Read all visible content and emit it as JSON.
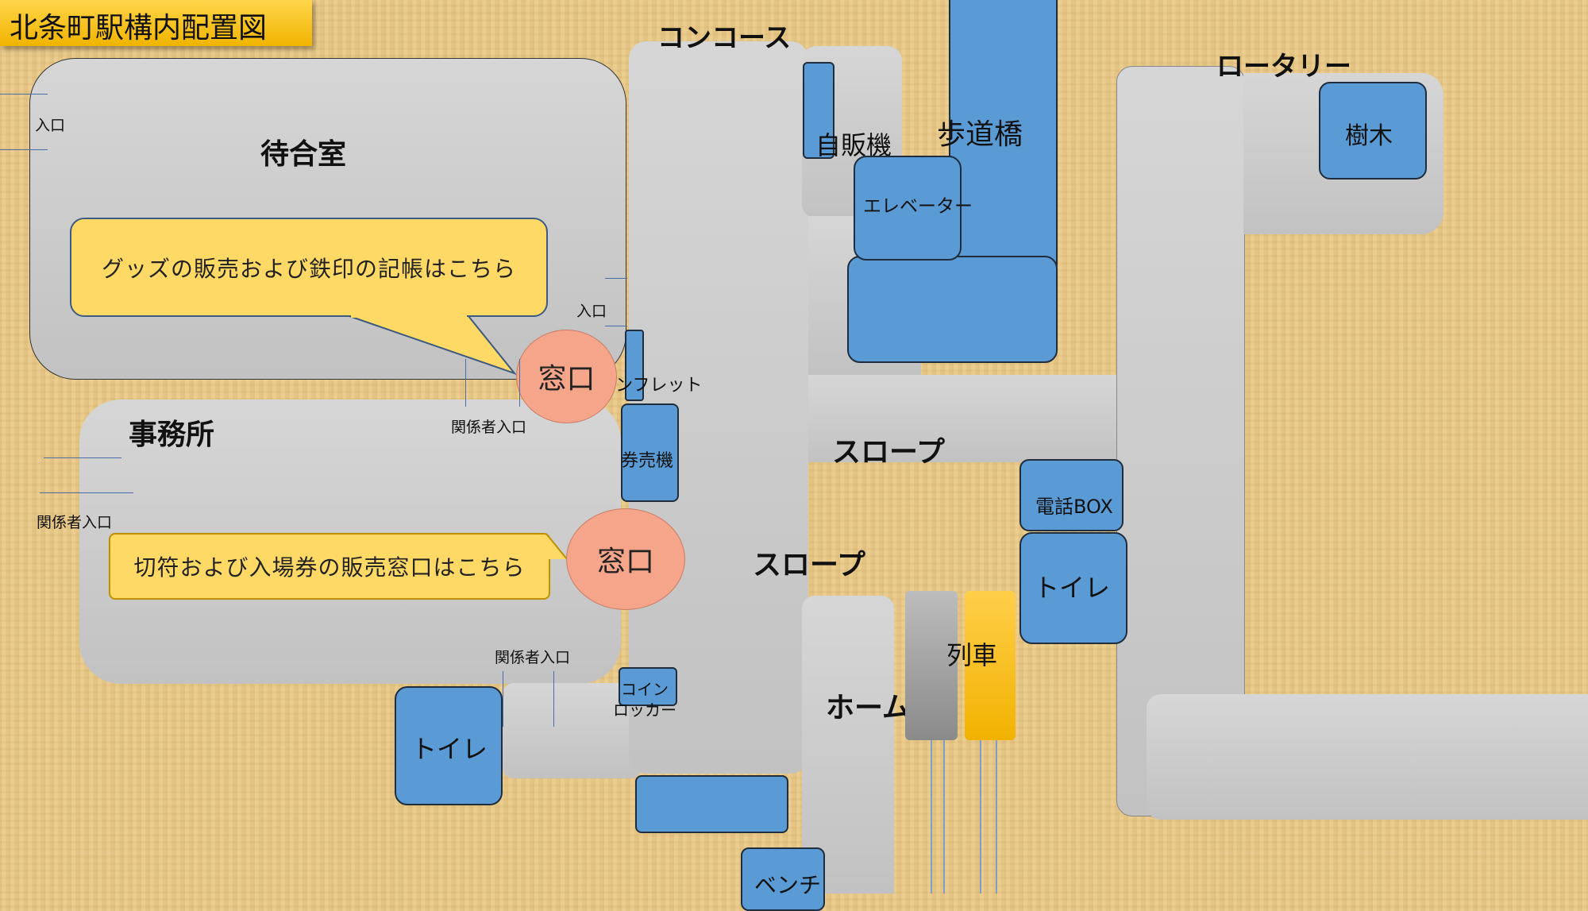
{
  "title": "北条町駅構内配置図",
  "rooms": {
    "waiting_room": "待合室",
    "office": "事務所",
    "concourse": "コンコース",
    "rotary": "ロータリー",
    "slope_upper": "スロープ",
    "slope_lower": "スロープ",
    "platform": "ホーム",
    "footbridge": "歩道橋"
  },
  "facilities": {
    "vending_machine": "自販機",
    "elevator": "エレベーター",
    "tree": "樹木",
    "pamphlet": "パンフレット",
    "ticket_machine": "券売機",
    "phone_box": "電話BOX",
    "toilet_right": "トイレ",
    "toilet_left": "トイレ",
    "coin_locker_line1": "コイン",
    "coin_locker_line2": "ロッカー",
    "bench": "ベンチ",
    "train": "列車"
  },
  "windows": {
    "upper": "窓口",
    "lower": "窓口"
  },
  "callouts": {
    "goods": "グッズの販売および鉄印の記帳はこちら",
    "tickets": "切符および入場券の販売窓口はこちら"
  },
  "entrances": {
    "left_top": "入口",
    "concourse": "入口",
    "staff_1": "関係者入口",
    "staff_2": "関係者入口",
    "staff_3": "関係者入口"
  },
  "colors": {
    "background": "#e8c887",
    "facility_blue": "#5b9bd5",
    "room_gray": "#c8c8c8",
    "window_salmon": "#f4a58a",
    "callout_yellow": "#ffd966",
    "title_gold": "#ffc000",
    "train_yellow": "#ffc000"
  }
}
